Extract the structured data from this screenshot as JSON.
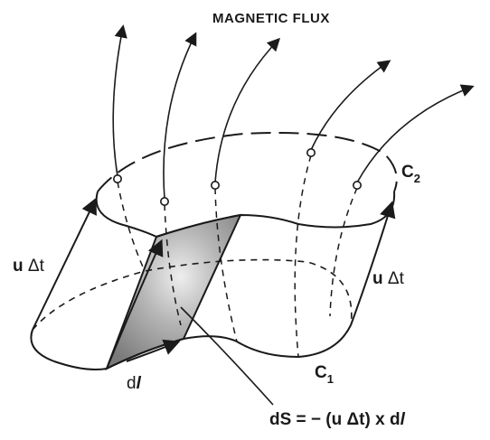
{
  "diagram": {
    "title": "MAGNETIC FLUX",
    "labels": {
      "c2": "C",
      "c2_sub": "2",
      "c1": "C",
      "c1_sub": "1",
      "u_left_u": "u",
      "u_left_dt": " Δt",
      "u_right_u": "u",
      "u_right_dt": " Δt",
      "dl_d": "d",
      "dl_l": "l",
      "ds_ds": "dS",
      "ds_eq": " = − (u Δt) x d",
      "ds_l": "l"
    },
    "colors": {
      "ink": "#1a1a1a",
      "strip_light": "#e6e6e6",
      "strip_dark": "#8a8a8a"
    }
  }
}
